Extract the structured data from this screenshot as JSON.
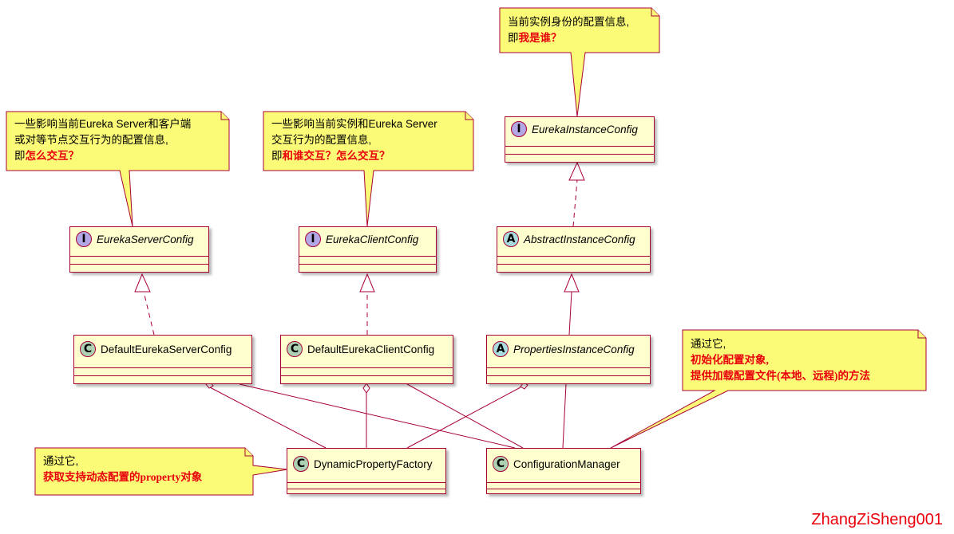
{
  "classes": {
    "eureka_instance_config": {
      "stereotype": "I",
      "name": "EurekaInstanceConfig"
    },
    "eureka_server_config": {
      "stereotype": "I",
      "name": "EurekaServerConfig"
    },
    "eureka_client_config": {
      "stereotype": "I",
      "name": "EurekaClientConfig"
    },
    "abstract_instance_config": {
      "stereotype": "A",
      "name": "AbstractInstanceConfig"
    },
    "default_eureka_server_config": {
      "stereotype": "C",
      "name": "DefaultEurekaServerConfig"
    },
    "default_eureka_client_config": {
      "stereotype": "C",
      "name": "DefaultEurekaClientConfig"
    },
    "properties_instance_config": {
      "stereotype": "A",
      "name": "PropertiesInstanceConfig"
    },
    "dynamic_property_factory": {
      "stereotype": "C",
      "name": "DynamicPropertyFactory"
    },
    "configuration_manager": {
      "stereotype": "C",
      "name": "ConfigurationManager"
    }
  },
  "notes": {
    "instance_note": {
      "line1": "当前实例身份的配置信息,",
      "line2_prefix": "即",
      "line2_highlight": "我是谁？"
    },
    "server_note": {
      "line1": "一些影响当前Eureka Server和客户端",
      "line2": "或对等节点交互行为的配置信息,",
      "line3_prefix": "即",
      "line3_highlight": "怎么交互？"
    },
    "client_note": {
      "line1": "一些影响当前实例和Eureka Server",
      "line2": "交互行为的配置信息,",
      "line3_prefix": "即",
      "line3_highlight": "和谁交互？怎么交互？"
    },
    "config_manager_note": {
      "line1": "通过它,",
      "line2": "初始化配置对象,",
      "line3": "提供加载配置文件(本地、远程)的方法"
    },
    "dynamic_factory_note": {
      "line1": "通过它,",
      "line2": "获取支持动态配置的property对象"
    }
  },
  "watermark": "ZhangZiSheng001",
  "colors": {
    "class_fill": "#FEFECE",
    "border": "#A80036",
    "note_fill": "#FBFB77",
    "highlight_text": "#E8000C",
    "interface_circle": "#B4A7E5",
    "class_circle": "#ADD1B2",
    "abstract_circle": "#A9DCDF"
  }
}
